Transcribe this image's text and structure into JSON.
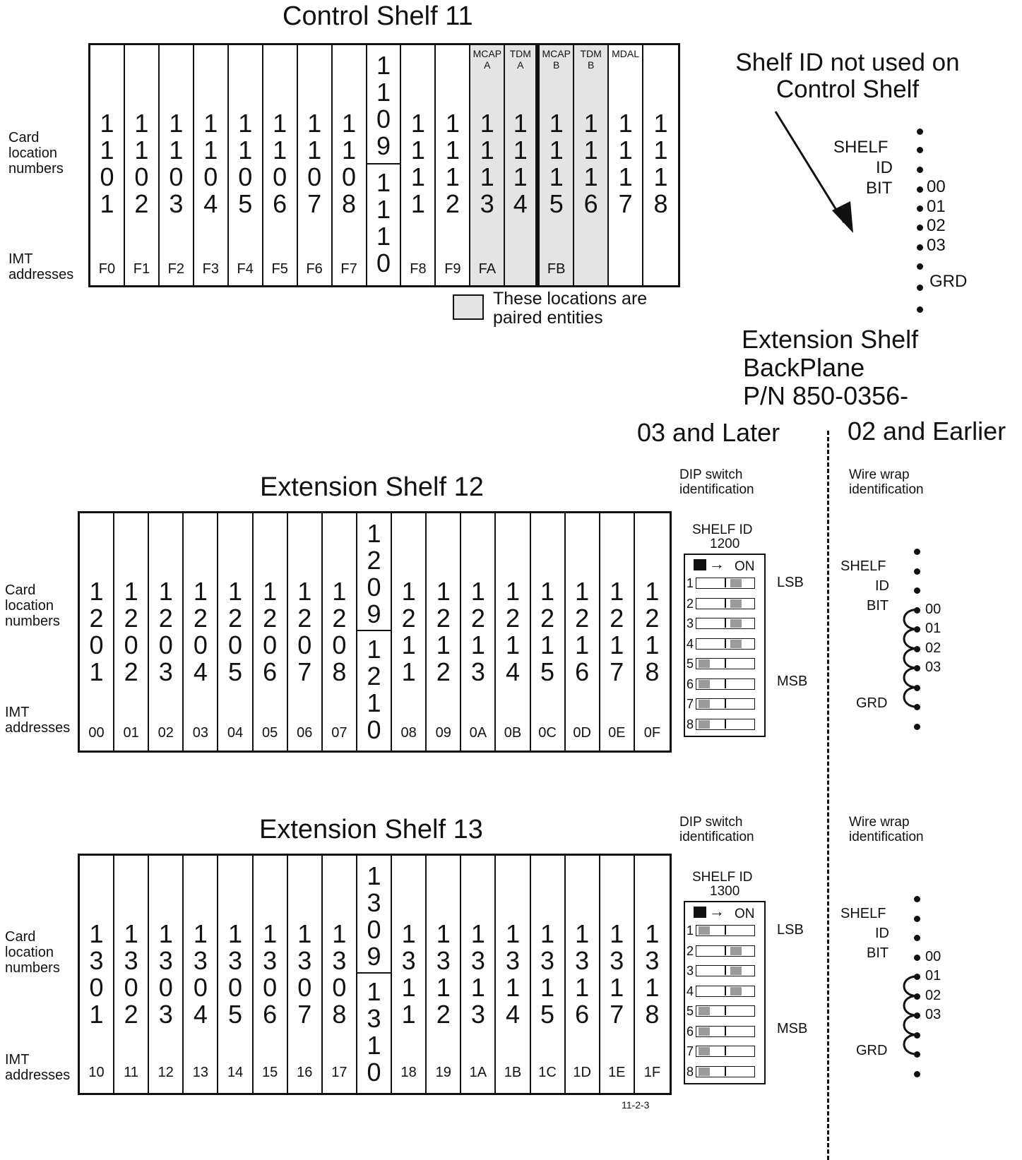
{
  "control_shelf": {
    "title": "Control Shelf 11",
    "card_label": "Card location numbers",
    "imt_label": "IMT addresses",
    "slots": [
      {
        "num": "1101",
        "imt": "F0"
      },
      {
        "num": "1102",
        "imt": "F1"
      },
      {
        "num": "1103",
        "imt": "F2"
      },
      {
        "num": "1104",
        "imt": "F3"
      },
      {
        "num": "1105",
        "imt": "F4"
      },
      {
        "num": "1106",
        "imt": "F5"
      },
      {
        "num": "1107",
        "imt": "F6"
      },
      {
        "num": "1108",
        "imt": "F7"
      },
      {
        "num": "1109",
        "num2": "1110",
        "imt": ""
      },
      {
        "num": "1111",
        "imt": "F8"
      },
      {
        "num": "1112",
        "imt": "F9"
      },
      {
        "num": "1113",
        "imt": "FA",
        "head": "MCAP\nA",
        "gray": true
      },
      {
        "num": "1114",
        "imt": "",
        "head": "TDM\nA",
        "gray": true
      },
      {
        "num": "1115",
        "imt": "FB",
        "head": "MCAP\nB",
        "gray": true
      },
      {
        "num": "1116",
        "imt": "",
        "head": "TDM\nB",
        "gray": true
      },
      {
        "num": "1117",
        "imt": "",
        "head": "MDAL"
      },
      {
        "num": "1118",
        "imt": ""
      }
    ]
  },
  "legend": {
    "text": "These locations are paired entities"
  },
  "shelf_id_note": {
    "text": "Shelf ID not used on Control Shelf"
  },
  "control_pins": {
    "shelf": "SHELF",
    "id": "ID",
    "bit": "BIT",
    "bits": [
      "00",
      "01",
      "02",
      "03"
    ],
    "grd": "GRD"
  },
  "backplane": {
    "line1": "Extension Shelf",
    "line2": "BackPlane",
    "line3": "P/N 850-0356-"
  },
  "columns": {
    "left": "03 and Later",
    "right": "02 and Earlier"
  },
  "extension_shelves": [
    {
      "title": "Extension Shelf 12",
      "card_label": "Card location numbers",
      "imt_label": "IMT addresses",
      "slots": [
        {
          "num": "1201",
          "imt": "00"
        },
        {
          "num": "1202",
          "imt": "01"
        },
        {
          "num": "1203",
          "imt": "02"
        },
        {
          "num": "1204",
          "imt": "03"
        },
        {
          "num": "1205",
          "imt": "04"
        },
        {
          "num": "1206",
          "imt": "05"
        },
        {
          "num": "1207",
          "imt": "06"
        },
        {
          "num": "1208",
          "imt": "07"
        },
        {
          "num": "1209",
          "num2": "1210",
          "imt": ""
        },
        {
          "num": "1211",
          "imt": "08"
        },
        {
          "num": "1212",
          "imt": "09"
        },
        {
          "num": "1213",
          "imt": "0A"
        },
        {
          "num": "1214",
          "imt": "0B"
        },
        {
          "num": "1215",
          "imt": "0C"
        },
        {
          "num": "1216",
          "imt": "0D"
        },
        {
          "num": "1217",
          "imt": "0E"
        },
        {
          "num": "1218",
          "imt": "0F"
        }
      ],
      "dip": {
        "heading": "DIP switch identification",
        "shelf_id_label": "SHELF ID",
        "shelf_id": "1200",
        "on": "ON",
        "lsb": "LSB",
        "msb": "MSB",
        "switches": [
          true,
          true,
          true,
          true,
          false,
          false,
          false,
          false
        ]
      },
      "wire": {
        "heading": "Wire wrap identification",
        "shelf": "SHELF",
        "id": "ID",
        "bit": "BIT",
        "bits": [
          "00",
          "01",
          "02",
          "03"
        ],
        "grd": "GRD"
      }
    },
    {
      "title": "Extension Shelf 13",
      "card_label": "Card location numbers",
      "imt_label": "IMT addresses",
      "slots": [
        {
          "num": "1301",
          "imt": "10"
        },
        {
          "num": "1302",
          "imt": "11"
        },
        {
          "num": "1303",
          "imt": "12"
        },
        {
          "num": "1304",
          "imt": "13"
        },
        {
          "num": "1305",
          "imt": "14"
        },
        {
          "num": "1306",
          "imt": "15"
        },
        {
          "num": "1307",
          "imt": "16"
        },
        {
          "num": "1308",
          "imt": "17"
        },
        {
          "num": "1309",
          "num2": "1310",
          "imt": ""
        },
        {
          "num": "1311",
          "imt": "18"
        },
        {
          "num": "1312",
          "imt": "19"
        },
        {
          "num": "1313",
          "imt": "1A"
        },
        {
          "num": "1314",
          "imt": "1B"
        },
        {
          "num": "1315",
          "imt": "1C"
        },
        {
          "num": "1316",
          "imt": "1D"
        },
        {
          "num": "1317",
          "imt": "1E"
        },
        {
          "num": "1318",
          "imt": "1F"
        }
      ],
      "dip": {
        "heading": "DIP switch identification",
        "shelf_id_label": "SHELF ID",
        "shelf_id": "1300",
        "on": "ON",
        "lsb": "LSB",
        "msb": "MSB",
        "switches": [
          false,
          true,
          true,
          true,
          false,
          false,
          false,
          false
        ]
      },
      "wire": {
        "heading": "Wire wrap identification",
        "shelf": "SHELF",
        "id": "ID",
        "bit": "BIT",
        "bits": [
          "00",
          "01",
          "02",
          "03"
        ],
        "grd": "GRD"
      }
    }
  ],
  "figure_id": "11-2-3"
}
